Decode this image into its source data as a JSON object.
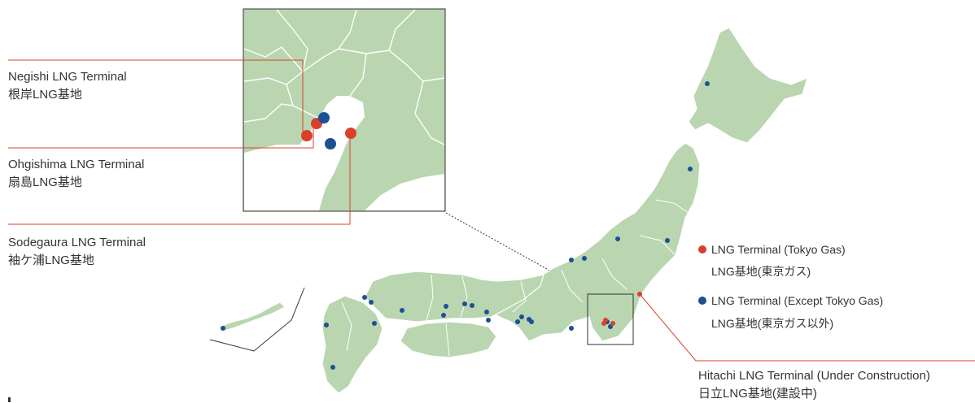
{
  "colors": {
    "land": "#b9d6b0",
    "land_stroke": "#ffffff",
    "tokyo_gas": "#d9402b",
    "other": "#1c4f95",
    "leader_line": "#d9402b",
    "frame": "#333333"
  },
  "callouts": {
    "negishi": {
      "en": "Negishi LNG Terminal",
      "ja": "根岸LNG基地"
    },
    "ohgishima": {
      "en": "Ohgishima LNG Terminal",
      "ja": "扇島LNG基地"
    },
    "sodegaura": {
      "en": "Sodegaura LNG Terminal",
      "ja": "袖ケ浦LNG基地"
    },
    "hitachi": {
      "en": "Hitachi LNG Terminal (Under Construction)",
      "ja": "日立LNG基地(建設中)"
    }
  },
  "legend": {
    "tokyo_gas": {
      "en": "LNG Terminal (Tokyo Gas)",
      "ja": "LNG基地(東京ガス)",
      "icon": "red-dot-icon"
    },
    "other": {
      "en": "LNG Terminal (Except Tokyo Gas)",
      "ja": "LNG基地(東京ガス以外)",
      "icon": "blue-dot-icon"
    }
  }
}
